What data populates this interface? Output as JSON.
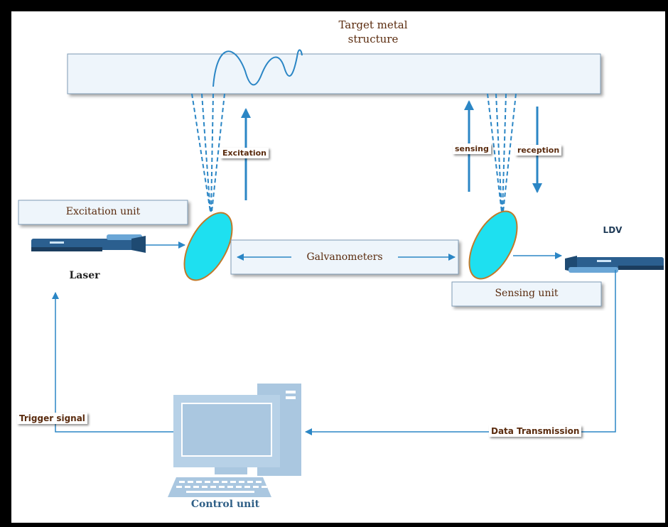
{
  "target": {
    "title_line1": "Target metal",
    "title_line2": "structure"
  },
  "arrows": {
    "excitation": "Excitation",
    "sensing": "sensing",
    "reception": "reception"
  },
  "units": {
    "excitation_unit": "Excitation unit",
    "sensing_unit": "Sensing unit",
    "galvanometers": "Galvanometers"
  },
  "devices": {
    "laser": "Laser",
    "ldv": "LDV",
    "control_unit": "Control unit"
  },
  "signals": {
    "trigger": "Trigger signal",
    "data_transmission": "Data Transmission"
  },
  "colors": {
    "line": "#2b86c5",
    "mirror_fill": "#1ee0f0",
    "mirror_edge": "#c07a2a",
    "text_brown": "#5a2b0e",
    "box_fill": "#eef5fb"
  }
}
